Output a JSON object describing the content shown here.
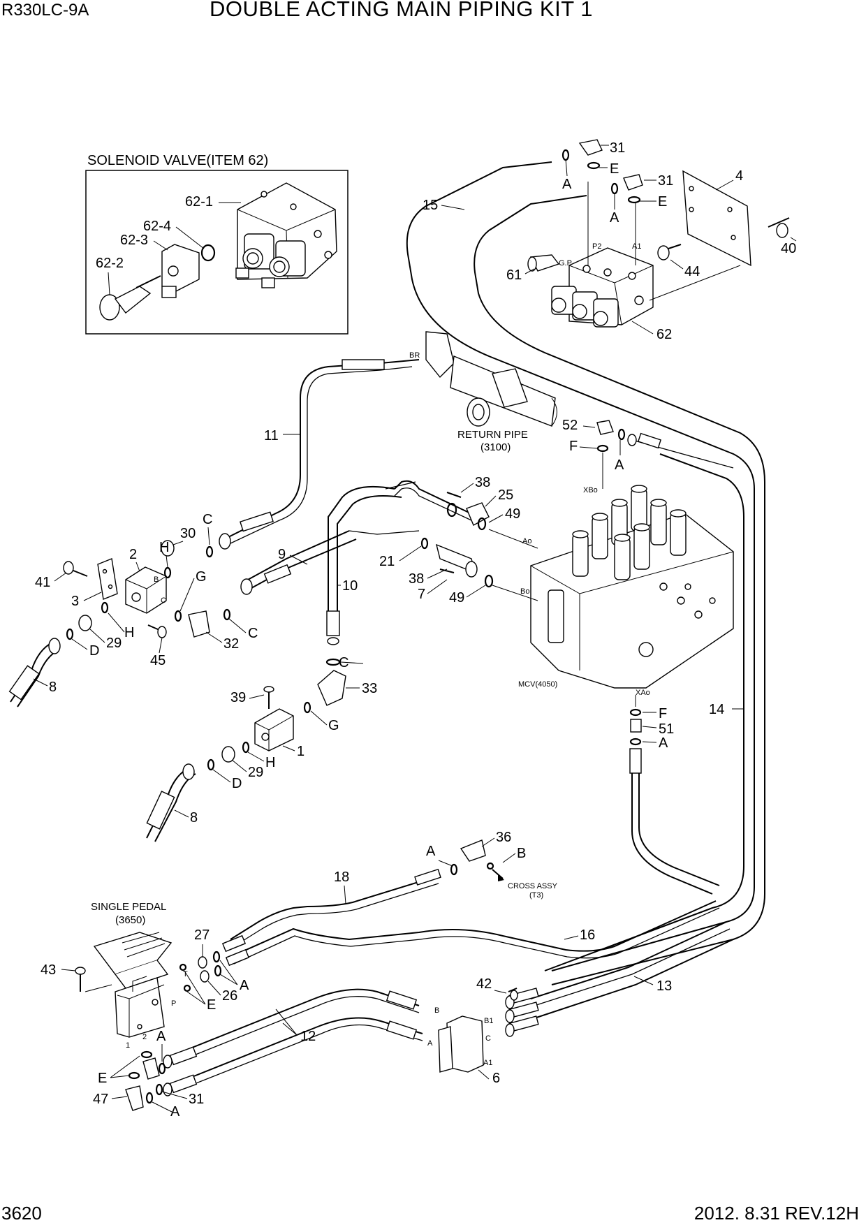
{
  "header": {
    "model": "R330LC-9A",
    "title": "DOUBLE ACTING MAIN PIPING KIT 1"
  },
  "footer": {
    "page": "3620",
    "revision": "2012. 8.31  REV.12H"
  },
  "captions": {
    "solenoid_valve": "SOLENOID VALVE(ITEM 62)",
    "return_pipe": "RETURN PIPE",
    "return_pipe_ref": "(3100)",
    "mcv": "MCV(4050)",
    "cross_assy": "CROSS ASSY",
    "cross_assy_ref": "(T3)",
    "single_pedal": "SINGLE PEDAL",
    "single_pedal_ref": "(3650)"
  },
  "port_labels": {
    "p2": "P2",
    "a1": "A1",
    "gp": "G.P",
    "br": "BR",
    "xbo": "XBo",
    "ao": "Ao",
    "bo": "Bo",
    "xao": "XAo",
    "b": "B",
    "c": "C",
    "t": "T",
    "p": "P",
    "one": "1",
    "two": "2",
    "b1": "B1",
    "c2": "C",
    "a": "A",
    "a1b": "A1",
    "b2": "B"
  },
  "callouts": {
    "c31a": "31",
    "cEa": "E",
    "cAa": "A",
    "c31b": "31",
    "cEb": "E",
    "cAb": "A",
    "c4": "4",
    "c15": "15",
    "c40": "40",
    "c44": "44",
    "c61": "61",
    "c62": "62",
    "c62_1": "62-1",
    "c62_4": "62-4",
    "c62_3": "62-3",
    "c62_2": "62-2",
    "c11": "11",
    "c52": "52",
    "cF1": "F",
    "cA3": "A",
    "c38a": "38",
    "c25": "25",
    "c49a": "49",
    "c21": "21",
    "c38b": "38",
    "c7": "7",
    "c49b": "49",
    "c9": "9",
    "c10": "10",
    "c30": "30",
    "cC1": "C",
    "cH1": "H",
    "c2": "2",
    "c41": "41",
    "c3": "3",
    "cG1": "G",
    "cC2": "C",
    "c32": "32",
    "cH2": "H",
    "c29a": "29",
    "cD1": "D",
    "c45": "45",
    "c8a": "8",
    "cC3": "C",
    "c33": "33",
    "c39": "39",
    "cG2": "G",
    "c1": "1",
    "cH3": "H",
    "c29b": "29",
    "cD2": "D",
    "c8b": "8",
    "cF2": "F",
    "c51": "51",
    "cA4": "A",
    "c14": "14",
    "cA5": "A",
    "c36": "36",
    "cB1": "B",
    "c18": "18",
    "c16": "16",
    "c13": "13",
    "c42": "42",
    "c27": "27",
    "c26": "26",
    "cA6": "A",
    "cE3": "E",
    "c43": "43",
    "c12": "12",
    "cA7": "A",
    "cE4": "E",
    "c47": "47",
    "c31c": "31",
    "cA8": "A",
    "c6": "6"
  }
}
